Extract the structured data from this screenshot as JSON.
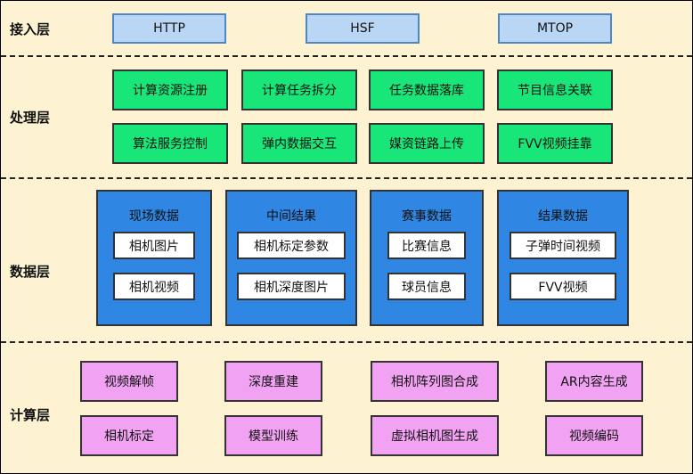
{
  "layers": {
    "access": "接入层",
    "processing": "处理层",
    "data": "数据层",
    "compute": "计算层"
  },
  "access_boxes": [
    "HTTP",
    "HSF",
    "MTOP"
  ],
  "processing_boxes": [
    "计算资源注册",
    "计算任务拆分",
    "任务数据落库",
    "节目信息关联",
    "算法服务控制",
    "弹内数据交互",
    "媒资链路上传",
    "FVV视频挂靠"
  ],
  "data_groups": [
    {
      "title": "现场数据",
      "items": [
        "相机图片",
        "相机视频"
      ]
    },
    {
      "title": "中间结果",
      "items": [
        "相机标定参数",
        "相机深度图片"
      ]
    },
    {
      "title": "赛事数据",
      "items": [
        "比赛信息",
        "球员信息"
      ]
    },
    {
      "title": "结果数据",
      "items": [
        "子弹时间视频",
        "FVV视频"
      ]
    }
  ],
  "compute_boxes": [
    "视频解帧",
    "深度重建",
    "相机阵列图合成",
    "AR内容生成",
    "相机标定",
    "模型训练",
    "虚拟相机图生成",
    "视频编码"
  ],
  "colors": {
    "background": "#fdf3d3",
    "access_box": "#b9d7f5",
    "processing_box": "#19e679",
    "data_group": "#2f86e3",
    "compute_box": "#f2a2f2"
  }
}
